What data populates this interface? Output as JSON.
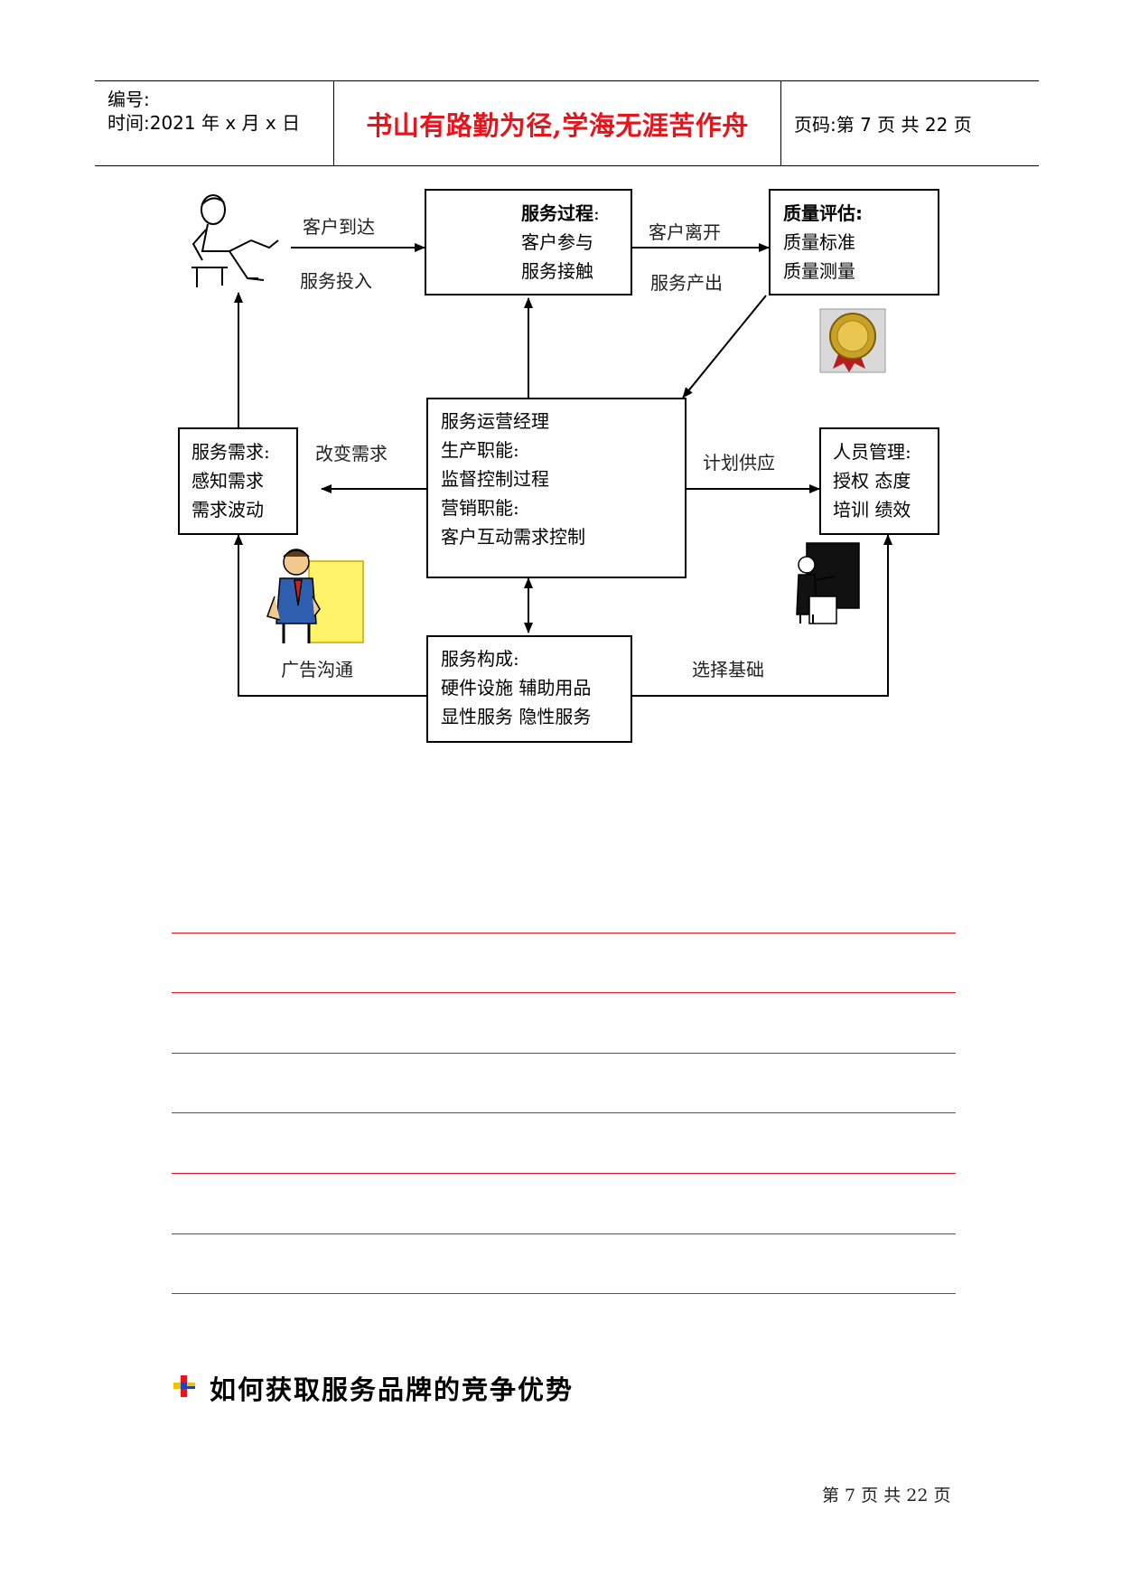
{
  "header": {
    "serial_label": "编号:",
    "time_label": "时间:2021 年 x 月 x 日",
    "motto": "书山有路勤为径,学海无涯苦作舟",
    "page_label": "页码:第 7 页 共 22 页"
  },
  "diagram": {
    "service_process": {
      "title": "服务过程",
      "colon": ":",
      "line1": "客户参与",
      "line2": "服务接触"
    },
    "quality_eval": {
      "title": "质量评估:",
      "line1": "质量标准",
      "line2": "质量测量"
    },
    "demand": {
      "line1": "服务需求:",
      "line2": "感知需求",
      "line3": "需求波动"
    },
    "manager": {
      "line1": "服务运营经理",
      "line2": "生产职能:",
      "line3": "监督控制过程",
      "line4": "营销职能:",
      "line5": "客户互动需求控制"
    },
    "staff": {
      "line1": "人员管理:",
      "line2": "授权  态度",
      "line3": "培训  绩效"
    },
    "composition": {
      "line1": "服务构成:",
      "line2": "硬件设施  辅助用品",
      "line3": "显性服务  隐性服务"
    },
    "labels": {
      "customer_arrive": "客户到达",
      "service_input": "服务投入",
      "customer_leave": "客户离开",
      "service_output": "服务产出",
      "change_demand": "改变需求",
      "plan_supply": "计划供应",
      "advertising": "广告沟通",
      "selection_basis": "选择基础"
    }
  },
  "section": {
    "title": "如何获取服务品牌的竞争优势"
  },
  "footer": {
    "page": "第 7 页 共 22 页"
  },
  "colors": {
    "accent_red": "#e8141b"
  }
}
